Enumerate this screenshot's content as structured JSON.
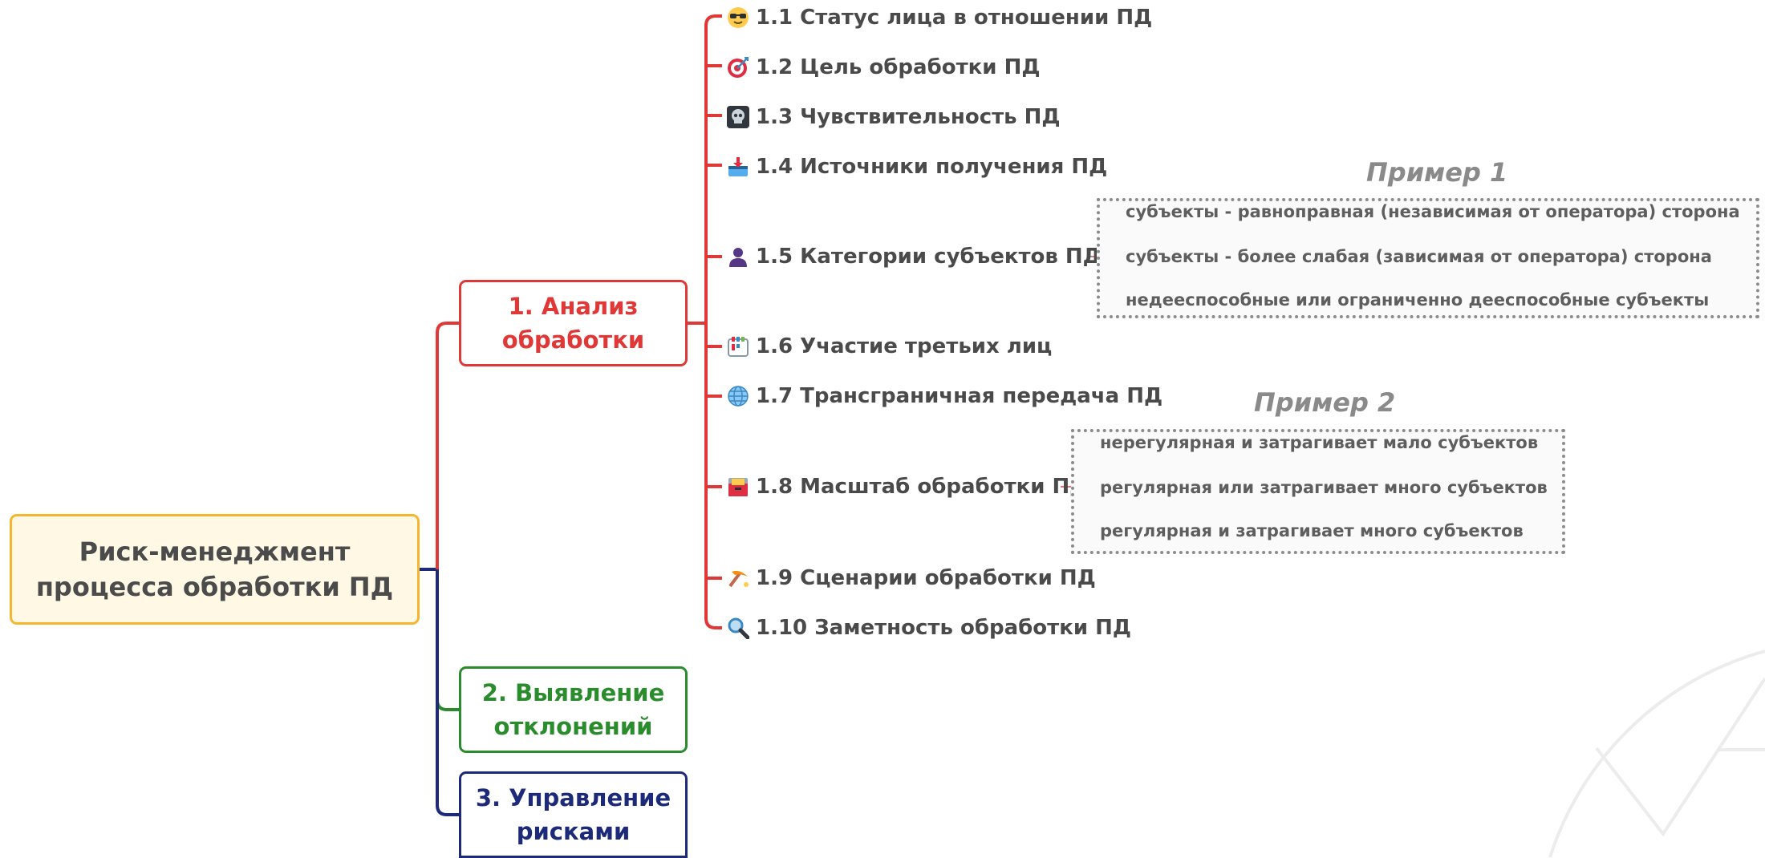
{
  "root": {
    "title": "Риск-менеджмент процесса обработки ПД"
  },
  "branches": [
    {
      "label": "1. Анализ обработки",
      "color": "#e03836"
    },
    {
      "label": "2. Выявление отклонений",
      "color": "#2a8c2c"
    },
    {
      "label": "3. Управление рисками",
      "color": "#1d2a7a"
    }
  ],
  "analysis_items": [
    {
      "label": "1.1 Статус лица в отношении ПД",
      "icon": "sunglasses-face-icon"
    },
    {
      "label": "1.2 Цель обработки ПД",
      "icon": "target-icon"
    },
    {
      "label": "1.3 Чувствительность ПД",
      "icon": "skull-icon"
    },
    {
      "label": "1.4 Источники получения ПД",
      "icon": "inbox-download-icon"
    },
    {
      "label": "1.5 Категории субъектов ПД",
      "icon": "person-icon"
    },
    {
      "label": "1.6 Участие третьих лиц",
      "icon": "kanban-board-icon"
    },
    {
      "label": "1.7 Трансграничная передача ПД",
      "icon": "globe-icon"
    },
    {
      "label": "1.8 Масштаб обработки ПД",
      "icon": "file-cabinet-icon"
    },
    {
      "label": "1.9 Сценарии обработки ПД",
      "icon": "pickaxe-icon"
    },
    {
      "label": "1.10 Заметность обработки ПД",
      "icon": "magnifier-icon"
    }
  ],
  "example1": {
    "title": "Пример 1",
    "items": [
      "субъекты - равноправная (независимая от оператора) сторона",
      "субъекты - более слабая (зависимая от оператора) сторона",
      "недееспособные или ограниченно дееспособные субъекты"
    ]
  },
  "example2": {
    "title": "Пример 2",
    "items": [
      "нерегулярная и затрагивает мало субъектов",
      "регулярная или затрагивает много субъектов",
      "регулярная и затрагивает много субъектов"
    ]
  },
  "colors": {
    "root_border": "#f5b62f",
    "root_fill": "#fff8e4",
    "example_connector": "#e57373",
    "watermark": "#eeeeee"
  }
}
